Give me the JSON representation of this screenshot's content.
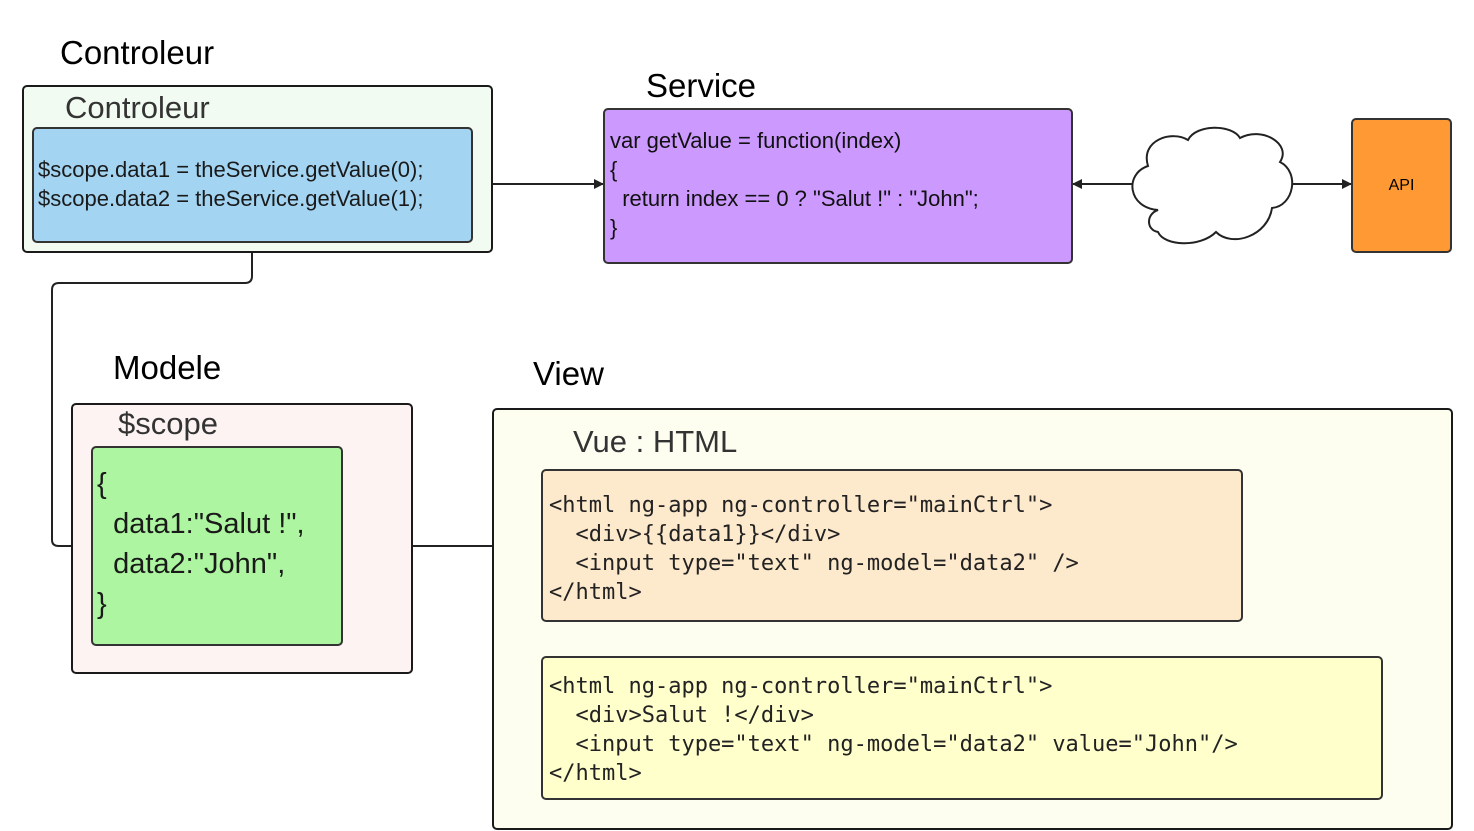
{
  "controller": {
    "heading": "Controleur",
    "container_title": "Controleur",
    "code": [
      "$scope.data1 = theService.getValue(0);",
      "$scope.data2 = theService.getValue(1);"
    ]
  },
  "service": {
    "heading": "Service",
    "code": [
      "var getValue = function(index)",
      "{",
      "  return index == 0 ? \"Salut !\" : \"John\";",
      "}"
    ]
  },
  "api": {
    "label": "API"
  },
  "model": {
    "heading": "Modele",
    "container_title": "$scope",
    "code": [
      "{",
      "  data1:\"Salut !\",",
      "  data2:\"John\",",
      "}"
    ]
  },
  "view": {
    "heading": "View",
    "container_title": "Vue : HTML",
    "template_code": [
      "<html ng-app ng-controller=\"mainCtrl\">",
      "  <div>{{data1}}</div>",
      "  <input type=\"text\" ng-model=\"data2\" />",
      "</html>"
    ],
    "rendered_code": [
      "<html ng-app ng-controller=\"mainCtrl\">",
      "  <div>Salut !</div>",
      "  <input type=\"text\" ng-model=\"data2\" value=\"John\"/>",
      "</html>"
    ]
  },
  "colors": {
    "controller_container": "#f1fbf1",
    "controller_box": "#a3d4f2",
    "service_box": "#cc99ff",
    "api_box": "#ff9933",
    "model_container": "#fdf3f3",
    "model_box": "#adf5a0",
    "view_container": "#fefef0",
    "template_box": "#fde9cc",
    "rendered_box": "#ffffcc"
  }
}
